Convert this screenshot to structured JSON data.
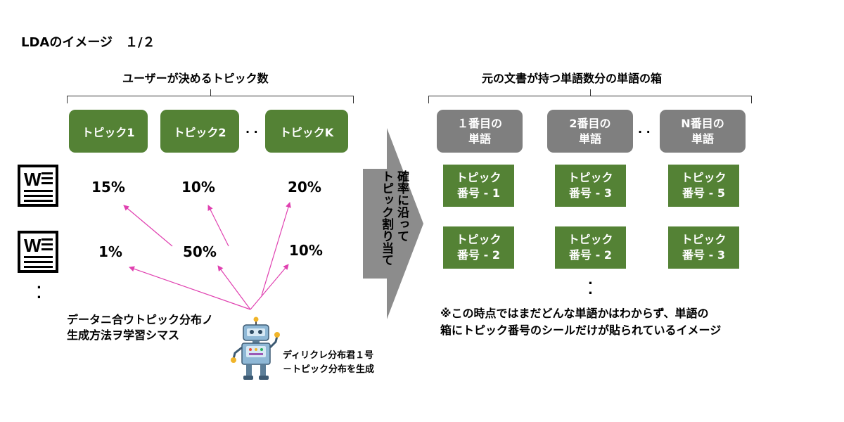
{
  "title": "LDAのイメージ　１/２",
  "left_caption": "ユーザーが決めるトピック数",
  "right_caption": "元の文書が持つ単語数分の単語の箱",
  "topics": [
    "トピック1",
    "トピック2",
    "トピックK"
  ],
  "topic_ellipsis": ". .",
  "doc_rows": [
    {
      "values": [
        "15%",
        "10%",
        "20%"
      ]
    },
    {
      "values": [
        "1%",
        "50%",
        "10%"
      ]
    }
  ],
  "doc_icon_letter": "W",
  "left_vertical_dots": ".\n.",
  "learn_text": "データニ合ウトピック分布ノ\n生成方法ヲ学習シマス",
  "robot_caption": "ディリクレ分布君１号\n－トピック分布を生成",
  "arrow_text": "確率に沿って\nトピック割り当て",
  "word_boxes": [
    "１番目の\n単語",
    "2番目の\n単語",
    "N番目の\n単語"
  ],
  "word_ellipsis": ". .",
  "label_rows": [
    [
      "トピック\n番号 - 1",
      "トピック\n番号 - 3",
      "トピック\n番号 - 5"
    ],
    [
      "トピック\n番号 - 2",
      "トピック\n番号 - 2",
      "トピック\n番号 - 3"
    ]
  ],
  "right_vertical_dots": ".\n.",
  "note": "※この時点ではまだどんな単語かはわからず、単語の\n箱にトピック番号のシールだけが貼られているイメージ",
  "colors": {
    "topic_green": "#548235",
    "word_gray": "#7f7f7f",
    "arrow_gray": "#8c8c8c",
    "pointer_magenta": "#e040b0"
  }
}
